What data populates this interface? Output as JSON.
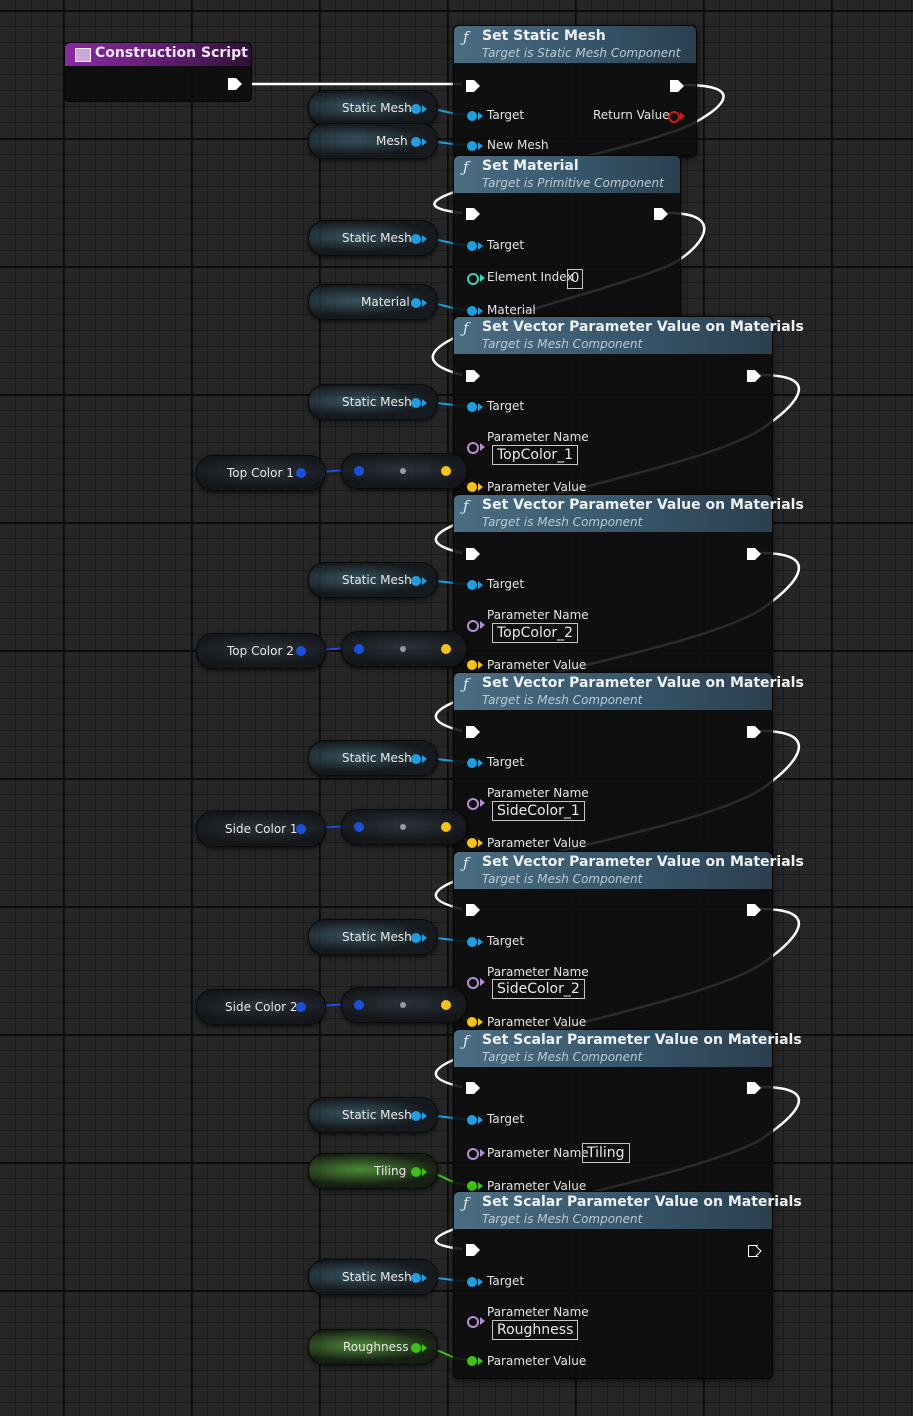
{
  "event": {
    "title": "Construction Script"
  },
  "set_static_mesh": {
    "title": "Set Static Mesh",
    "subtitle": "Target is Static Mesh Component",
    "target_label": "Target",
    "new_mesh_label": "New Mesh",
    "return_value_label": "Return Value"
  },
  "set_material": {
    "title": "Set Material",
    "subtitle": "Target is Primitive Component",
    "target_label": "Target",
    "element_index_label": "Element Index",
    "element_index_value": "0",
    "material_label": "Material"
  },
  "param_nodes": [
    {
      "title": "Set Vector Parameter Value on Materials",
      "subtitle": "Target is Mesh Component",
      "target_label": "Target",
      "param_name_label": "Parameter Name",
      "param_name_value": "TopColor_1",
      "param_value_label": "Parameter Value"
    },
    {
      "title": "Set Vector Parameter Value on Materials",
      "subtitle": "Target is Mesh Component",
      "target_label": "Target",
      "param_name_label": "Parameter Name",
      "param_name_value": "TopColor_2",
      "param_value_label": "Parameter Value"
    },
    {
      "title": "Set Vector Parameter Value on Materials",
      "subtitle": "Target is Mesh Component",
      "target_label": "Target",
      "param_name_label": "Parameter Name",
      "param_name_value": "SideColor_1",
      "param_value_label": "Parameter Value"
    },
    {
      "title": "Set Vector Parameter Value on Materials",
      "subtitle": "Target is Mesh Component",
      "target_label": "Target",
      "param_name_label": "Parameter Name",
      "param_name_value": "SideColor_2",
      "param_value_label": "Parameter Value"
    },
    {
      "title": "Set Scalar Parameter Value on Materials",
      "subtitle": "Target is Mesh Component",
      "target_label": "Target",
      "param_name_label": "Parameter Name",
      "param_name_value": "Tiling",
      "param_value_label": "Parameter Value"
    },
    {
      "title": "Set Scalar Parameter Value on Materials",
      "subtitle": "Target is Mesh Component",
      "target_label": "Target",
      "param_name_label": "Parameter Name",
      "param_name_value": "Roughness",
      "param_value_label": "Parameter Value"
    }
  ],
  "variables": {
    "static_mesh": "Static Mesh",
    "mesh": "Mesh",
    "material": "Material",
    "top_color_1": "Top Color 1",
    "top_color_2": "Top Color 2",
    "side_color_1": "Side Color 1",
    "side_color_2": "Side Color 2",
    "tiling": "Tiling",
    "roughness": "Roughness"
  },
  "colors": {
    "object_pin": "#1f9ee0",
    "struct_pin": "#f4c21c",
    "float_pin": "#3fc21a",
    "name_pin": "#b58fd1",
    "int_pin": "#3ed0b5",
    "exec_pin": "#ffffff",
    "event_header": "#8a2aa0",
    "function_header": "#4b6d82"
  },
  "icons": {
    "function": "function-icon",
    "event": "event-icon",
    "exec": "exec-pin-icon"
  }
}
